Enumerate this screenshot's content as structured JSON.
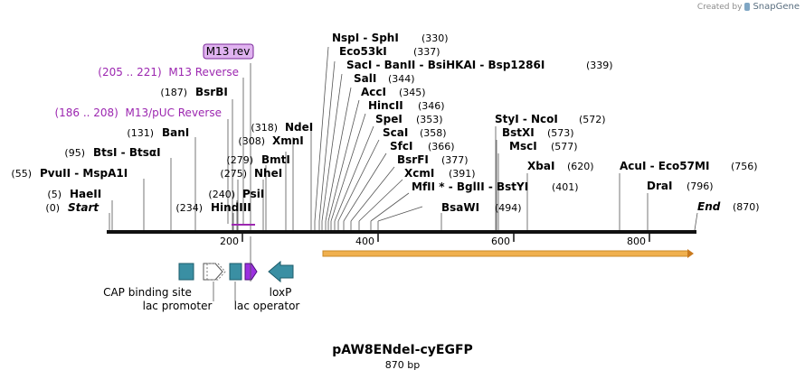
{
  "brand": {
    "prefix": "Created by",
    "name": "SnapGene"
  },
  "map": {
    "title": "pAW8ENdeI-cyEGFP",
    "length_label": "870 bp",
    "length": 870
  },
  "colors": {
    "primer": "#9c27b0",
    "feature": "#3a8fa3",
    "orf": "#e8a33c",
    "operator": "#9b30e0"
  },
  "sites": [
    {
      "name": "Start",
      "pos_label": "(0)",
      "italic": true
    },
    {
      "name": "HaeII",
      "pos_label": "(5)"
    },
    {
      "name": "PvuII - MspA1I",
      "pos_label": "(55)"
    },
    {
      "name": "BtsI - BtsαI",
      "pos_label": "(95)"
    },
    {
      "name": "BanI",
      "pos_label": "(131)"
    },
    {
      "name": "BsrBI",
      "pos_label": "(187)"
    },
    {
      "name": "HindIII",
      "pos_label": "(234)"
    },
    {
      "name": "PsiI",
      "pos_label": "(240)"
    },
    {
      "name": "NheI",
      "pos_label": "(275)"
    },
    {
      "name": "BmtI",
      "pos_label": "(279)"
    },
    {
      "name": "XmnI",
      "pos_label": "(308)"
    },
    {
      "name": "NdeI",
      "pos_label": "(318)"
    },
    {
      "name": "NspI - SphI",
      "pos_label": "(330)"
    },
    {
      "name": "Eco53kI",
      "pos_label": "(337)"
    },
    {
      "name": "SacI - BanII - BsiHKAI - Bsp1286I",
      "pos_label": "(339)"
    },
    {
      "name": "SalI",
      "pos_label": "(344)"
    },
    {
      "name": "AccI",
      "pos_label": "(345)"
    },
    {
      "name": "HincII",
      "pos_label": "(346)"
    },
    {
      "name": "SpeI",
      "pos_label": "(353)"
    },
    {
      "name": "ScaI",
      "pos_label": "(358)"
    },
    {
      "name": "SfcI",
      "pos_label": "(366)"
    },
    {
      "name": "BsrFI",
      "pos_label": "(377)"
    },
    {
      "name": "XcmI",
      "pos_label": "(391)"
    },
    {
      "name": "MfII * - BglII - BstYI",
      "pos_label": "(401)"
    },
    {
      "name": "BsaWI",
      "pos_label": "(494)"
    },
    {
      "name": "StyI - NcoI",
      "pos_label": "(572)"
    },
    {
      "name": "BstXI",
      "pos_label": "(573)"
    },
    {
      "name": "MscI",
      "pos_label": "(577)"
    },
    {
      "name": "XbaI",
      "pos_label": "(620)"
    },
    {
      "name": "AcuI - Eco57MI",
      "pos_label": "(756)"
    },
    {
      "name": "DraI",
      "pos_label": "(796)"
    },
    {
      "name": "End",
      "pos_label": "(870)",
      "italic": true
    }
  ],
  "primers": [
    {
      "label": "(205 .. 221)  M13 Reverse"
    },
    {
      "label": "(186 .. 208)  M13/pUC Reverse"
    },
    {
      "label": "M13 rev"
    }
  ],
  "ruler": {
    "ticks": [
      "200",
      "400",
      "600",
      "800"
    ]
  },
  "features": {
    "cap": "CAP binding site",
    "lac_promoter": "lac promoter",
    "lac_operator": "lac operator",
    "loxp": "loxP"
  }
}
